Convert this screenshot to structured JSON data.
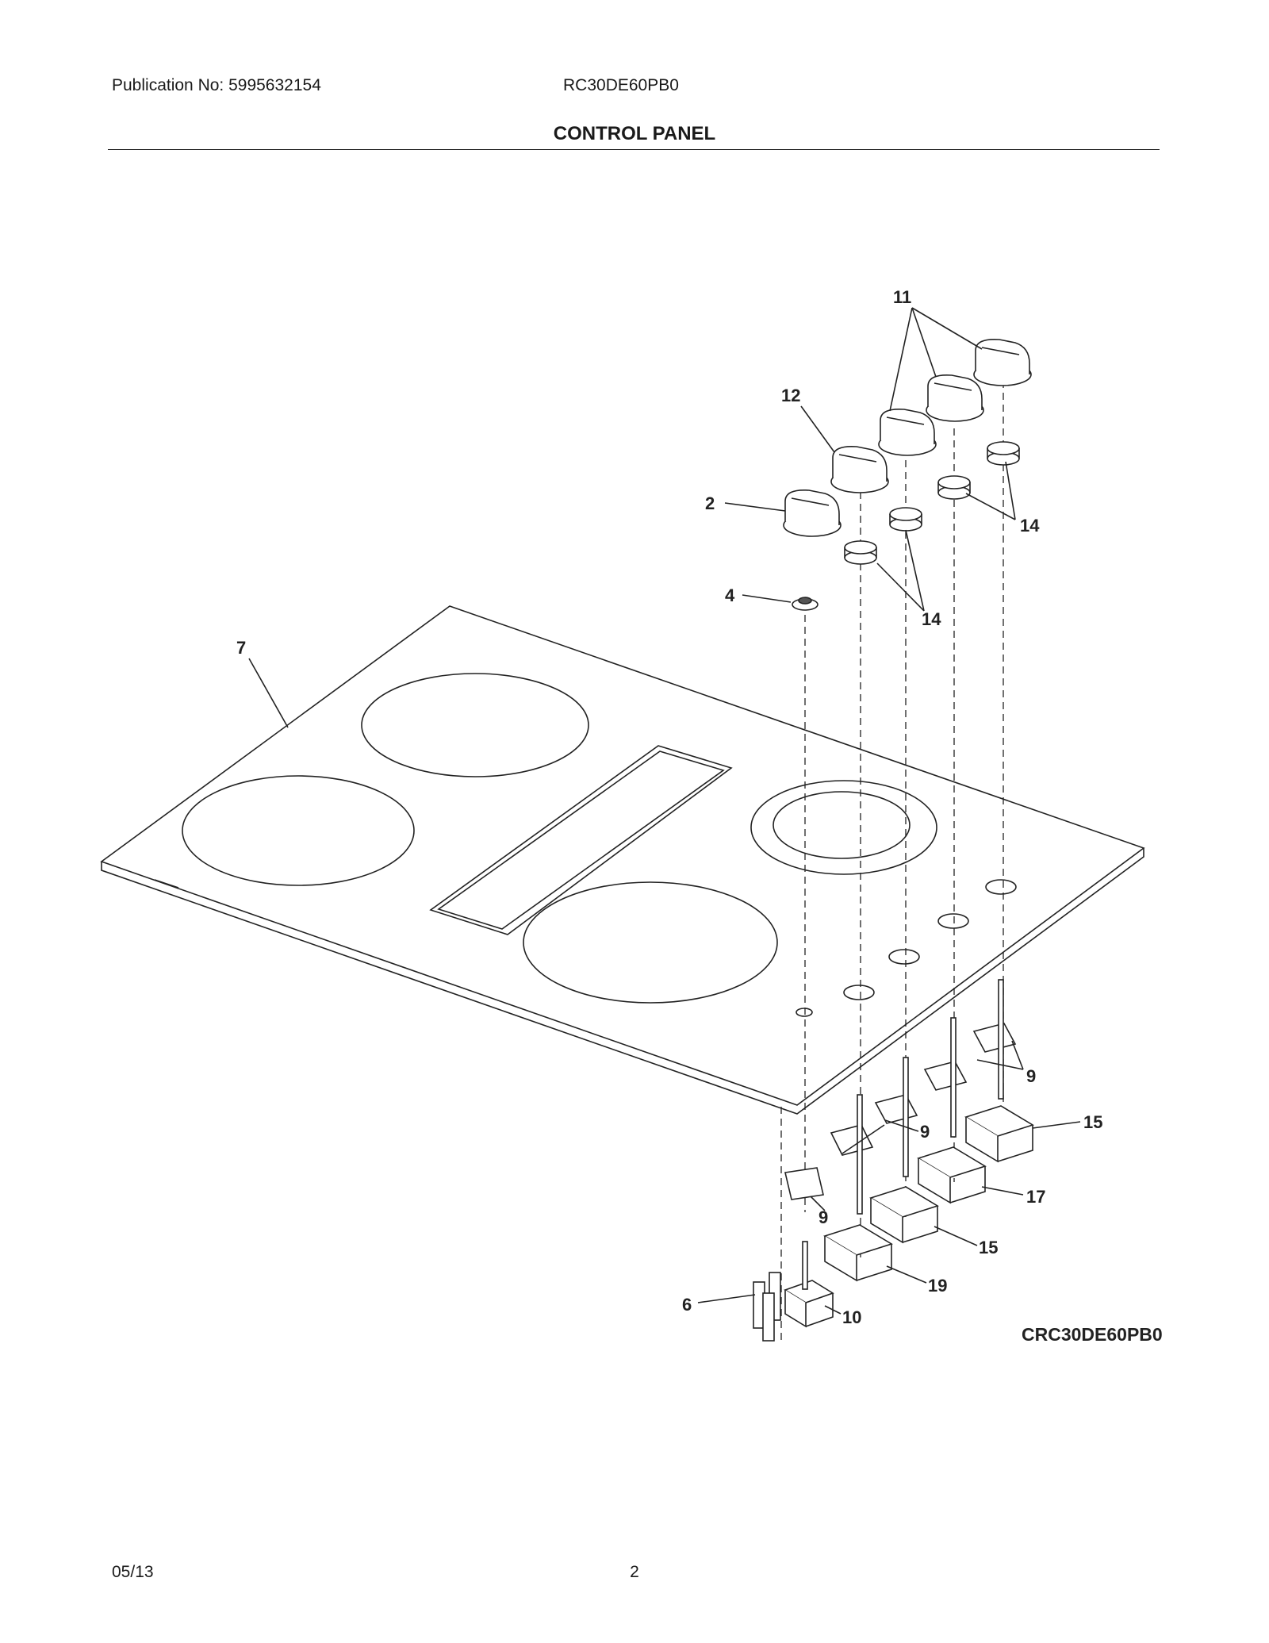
{
  "header": {
    "publication": "Publication No: 5995632154",
    "model": "RC30DE60PB0",
    "title": "CONTROL PANEL"
  },
  "diagram": {
    "callouts": {
      "c11": "11",
      "c12": "12",
      "c2": "2",
      "c14a": "14",
      "c14b": "14",
      "c4": "4",
      "c7": "7",
      "c9a": "9",
      "c9b": "9",
      "c9c": "9",
      "c15a": "15",
      "c15b": "15",
      "c17": "17",
      "c19": "19",
      "c6": "6",
      "c10": "10"
    },
    "reference": "CRC30DE60PB0"
  },
  "footer": {
    "date": "05/13",
    "page": "2"
  },
  "colors": {
    "ink": "#222222",
    "background": "#ffffff"
  }
}
